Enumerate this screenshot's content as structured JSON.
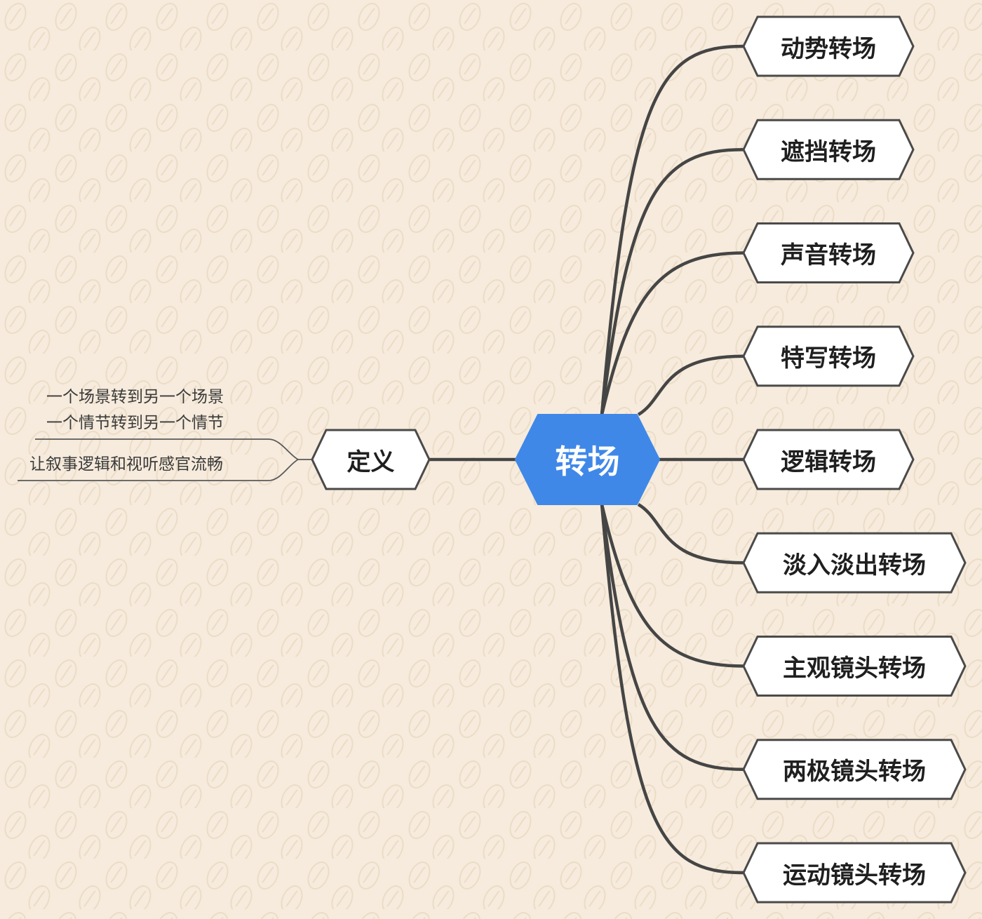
{
  "root": {
    "label": "转场",
    "fill": "#3f88e8"
  },
  "definition": {
    "label": "定义",
    "notes": [
      "一个场景转到另一个场景",
      "一个情节转到另一个情节",
      "让叙事逻辑和视听感官流畅"
    ]
  },
  "branches": [
    {
      "label": "动势转场"
    },
    {
      "label": "遮挡转场"
    },
    {
      "label": "声音转场"
    },
    {
      "label": "特写转场"
    },
    {
      "label": "逻辑转场"
    },
    {
      "label": "淡入淡出转场"
    },
    {
      "label": "主观镜头转场"
    },
    {
      "label": "两极镜头转场"
    },
    {
      "label": "运动镜头转场"
    }
  ],
  "colors": {
    "background": "#f6ebdc",
    "node_fill": "#ffffff",
    "node_stroke": "#4a4a4a",
    "line": "#454545"
  }
}
